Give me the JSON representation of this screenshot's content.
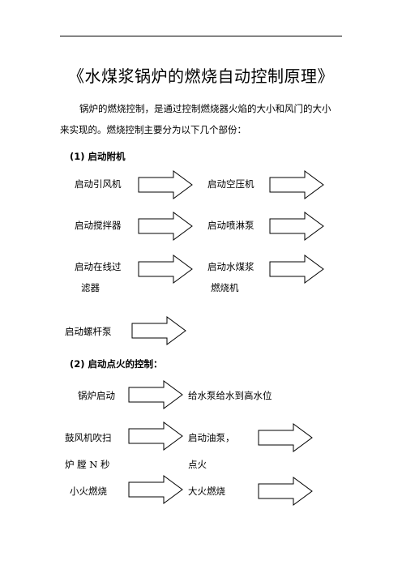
{
  "document": {
    "title": "《水煤浆锅炉的燃烧自动控制原理》",
    "intro_line1": "锅炉的燃烧控制，是通过控制燃烧器火焰的大小和风门的大小",
    "intro_line2": "来实现的。燃烧控制主要分为以下几个部份：",
    "section1": {
      "heading": "(1) 启动附机",
      "items": [
        "启动引风机",
        "启动空压机",
        "启动搅拌器",
        "启动喷淋泵",
        "启动在线过",
        "滤器",
        "启动水煤浆",
        "燃烧机",
        "启动螺杆泵"
      ]
    },
    "section2": {
      "heading": "(2) 启动点火的控制：",
      "items": [
        "锅炉启动",
        "给水泵给水到高水位",
        "鼓风机吹扫",
        "启动油泵，",
        "炉  膛 N 秒",
        "点火",
        "小火燃烧",
        "大火燃烧"
      ]
    }
  }
}
